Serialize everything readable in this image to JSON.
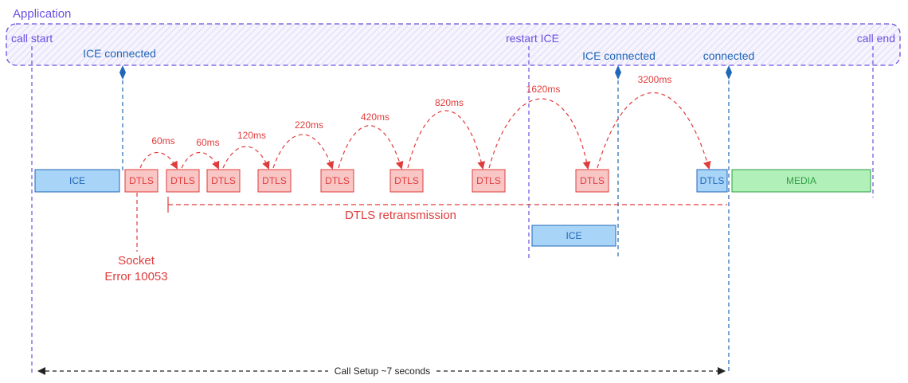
{
  "app_label": "Application",
  "events": {
    "call_start": "call start",
    "ice_connected_1": "ICE connected",
    "restart_ice": "restart ICE",
    "ice_connected_2": "ICE connected",
    "connected": "connected",
    "call_end": "call end"
  },
  "boxes": {
    "ice_1": "ICE",
    "dtls": "DTLS",
    "ice_2": "ICE",
    "dtls_final": "DTLS",
    "media": "MEDIA"
  },
  "retransmit_delays": [
    "60ms",
    "60ms",
    "120ms",
    "220ms",
    "420ms",
    "820ms",
    "1620ms",
    "3200ms"
  ],
  "error_label": [
    "Socket",
    "Error 10053"
  ],
  "retransmission_label": "DTLS retransmission",
  "duration_label": "Call Setup ~7 seconds",
  "colors": {
    "app": "#6a4fe0",
    "ice": "#2067b8",
    "dtls": "#e03c3c",
    "media": "#2f9e44"
  }
}
